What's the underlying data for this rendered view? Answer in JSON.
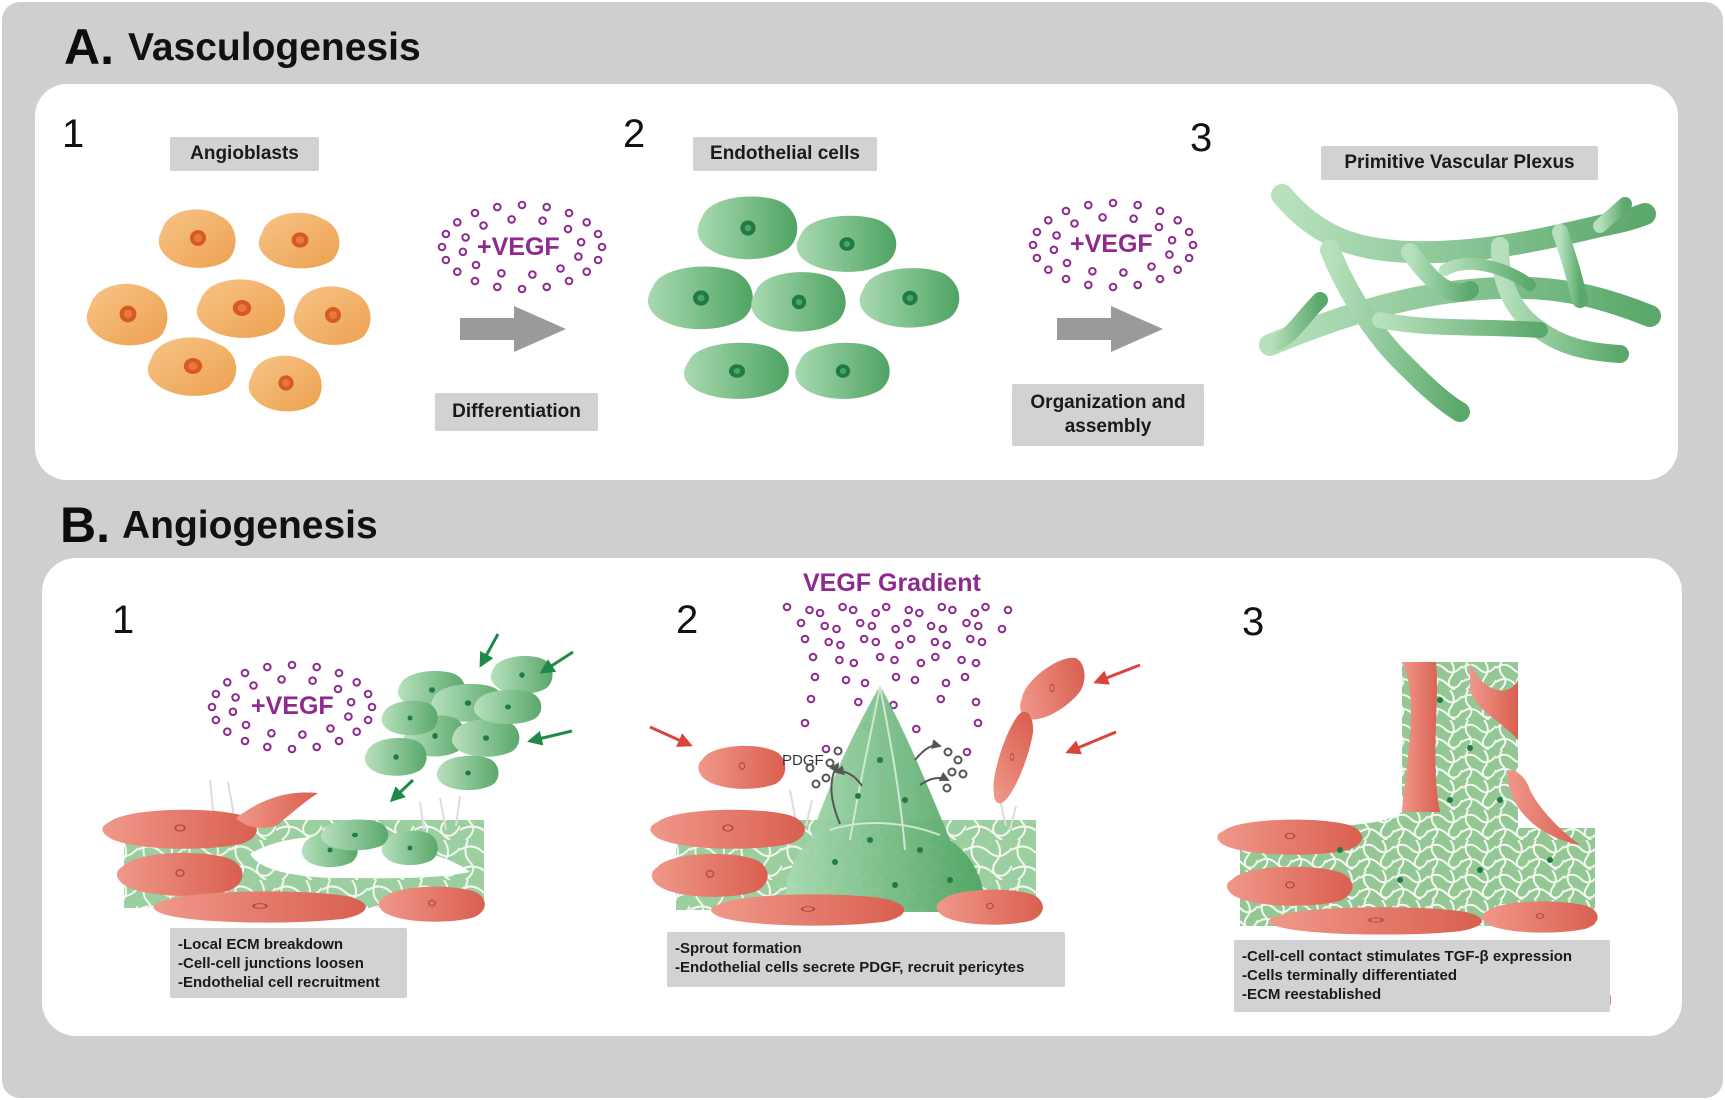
{
  "section_a": {
    "letter": "A.",
    "title": "Vasculogenesis",
    "steps": [
      {
        "num": "1",
        "label": "Angioblasts"
      },
      {
        "num": "2",
        "label": "Endothelial cells"
      },
      {
        "num": "3",
        "label": "Primitive Vascular Plexus"
      }
    ],
    "transitions": [
      {
        "signal": "+VEGF",
        "label": "Differentiation"
      },
      {
        "signal": "+VEGF",
        "label": "Organization and assembly"
      }
    ]
  },
  "section_b": {
    "letter": "B.",
    "title": "Angiogenesis",
    "gradient_label": "VEGF Gradient",
    "factor_label": "PDGF",
    "steps": [
      {
        "num": "1",
        "signal": "+VEGF",
        "notes": [
          "-Local ECM breakdown",
          "-Cell-cell junctions loosen",
          "-Endothelial cell recruitment"
        ]
      },
      {
        "num": "2",
        "notes": [
          "-Sprout formation",
          "-Endothelial cells secrete PDGF, recruit pericytes"
        ]
      },
      {
        "num": "3",
        "notes": [
          "-Cell-cell contact stimulates TGF-β expression",
          "-Cells terminally differentiated",
          "-ECM reestablished"
        ]
      }
    ]
  },
  "colors": {
    "frame": "#cfcfcf",
    "panel": "#ffffff",
    "angioblast": "#f2b268",
    "endothelial": "#6fbf7f",
    "pericyte": "#e07566",
    "vegf": "#8e2a8e",
    "arrow": "#9a9a9a",
    "label_box": "#d2d2d4"
  }
}
